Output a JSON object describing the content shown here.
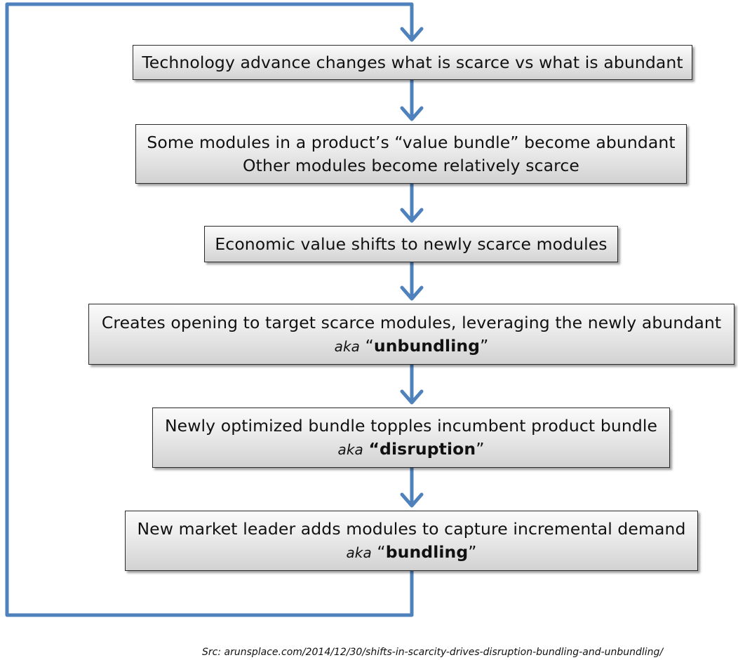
{
  "steps": [
    {
      "line1": "Technology advance changes what is scarce vs what is abundant"
    },
    {
      "line1": "Some modules in a product’s “value bundle” become abundant",
      "line2": "Other modules become relatively scarce"
    },
    {
      "line1": "Economic value shifts to newly scarce modules"
    },
    {
      "line1": "Creates opening to target scarce modules, leveraging the newly abundant",
      "aka": "aka",
      "quote_open": "“",
      "term": "unbundling",
      "quote_close": "”"
    },
    {
      "line1": "Newly optimized bundle topples incumbent product bundle",
      "aka": "aka",
      "quote_open": "“",
      "term": "disruption",
      "quote_close": "”"
    },
    {
      "line1": "New market leader adds modules to capture incremental demand",
      "aka": "aka",
      "quote_open": "“",
      "term": "bundling",
      "quote_close": "”"
    }
  ],
  "source": "Src: arunsplace.com/2014/12/30/shifts-in-scarcity-drives-disruption-bundling-and-unbundling/",
  "colors": {
    "arrow": "#4f81bd",
    "box_border": "#2a2a2a",
    "box_fill_top": "#fbfbfb",
    "box_fill_bottom": "#d2d2d2"
  }
}
